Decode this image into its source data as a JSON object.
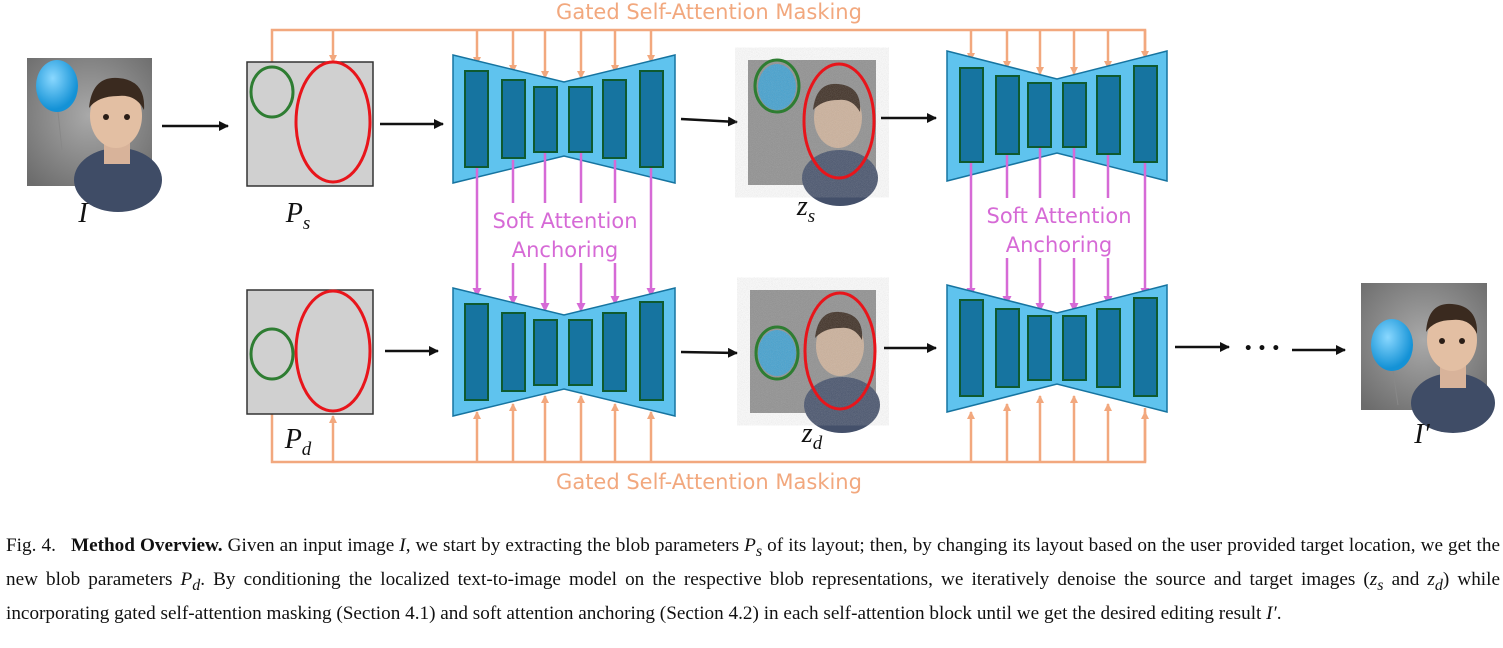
{
  "labels": {
    "gated_top": "Gated Self-Attention Masking",
    "gated_bottom": "Gated Self-Attention Masking",
    "soft1_line1": "Soft Attention",
    "soft1_line2": "Anchoring",
    "soft2_line1": "Soft Attention",
    "soft2_line2": "Anchoring",
    "input_image": "I",
    "blob_source": "P",
    "blob_source_sub": "s",
    "blob_target": "P",
    "blob_target_sub": "d",
    "latent_source": "z",
    "latent_source_sub": "s",
    "latent_target": "z",
    "latent_target_sub": "d",
    "output_image": "I′",
    "ellipsis": "• • •"
  },
  "colors": {
    "gated_line": "#f2a87e",
    "soft_arrow": "#d66ad6",
    "unet_fill": "#5fc3ee",
    "block_fill": "#1674a0",
    "block_stroke": "#0e5a30",
    "blob_green": "#2e7d32",
    "blob_red": "#e8151b",
    "canvas_gray": "#d0d0d0"
  },
  "caption": {
    "fig_label": "Fig. 4.",
    "title": "Method Overview.",
    "t1": "Given an input image ",
    "I": "I",
    "t2": ", we start by extracting the blob parameters ",
    "Ps": "P",
    "Ps_sub": "s",
    "t3": " of its layout; then, by changing its layout based on the user provided target location, we get the new blob parameters ",
    "Pd": "P",
    "Pd_sub": "d",
    "t4": ". By conditioning the localized text-to-image model on the respective blob representations, we iteratively denoise the source and target images (",
    "zs": "z",
    "zs_sub": "s",
    "t5": " and ",
    "zd": "z",
    "zd_sub": "d",
    "t6": ") while incorporating gated self-attention masking (Section 4.1) and soft attention anchoring (Section 4.2) in each self-attention block until we get the desired editing result ",
    "Iprime": "I′",
    "t7": "."
  }
}
